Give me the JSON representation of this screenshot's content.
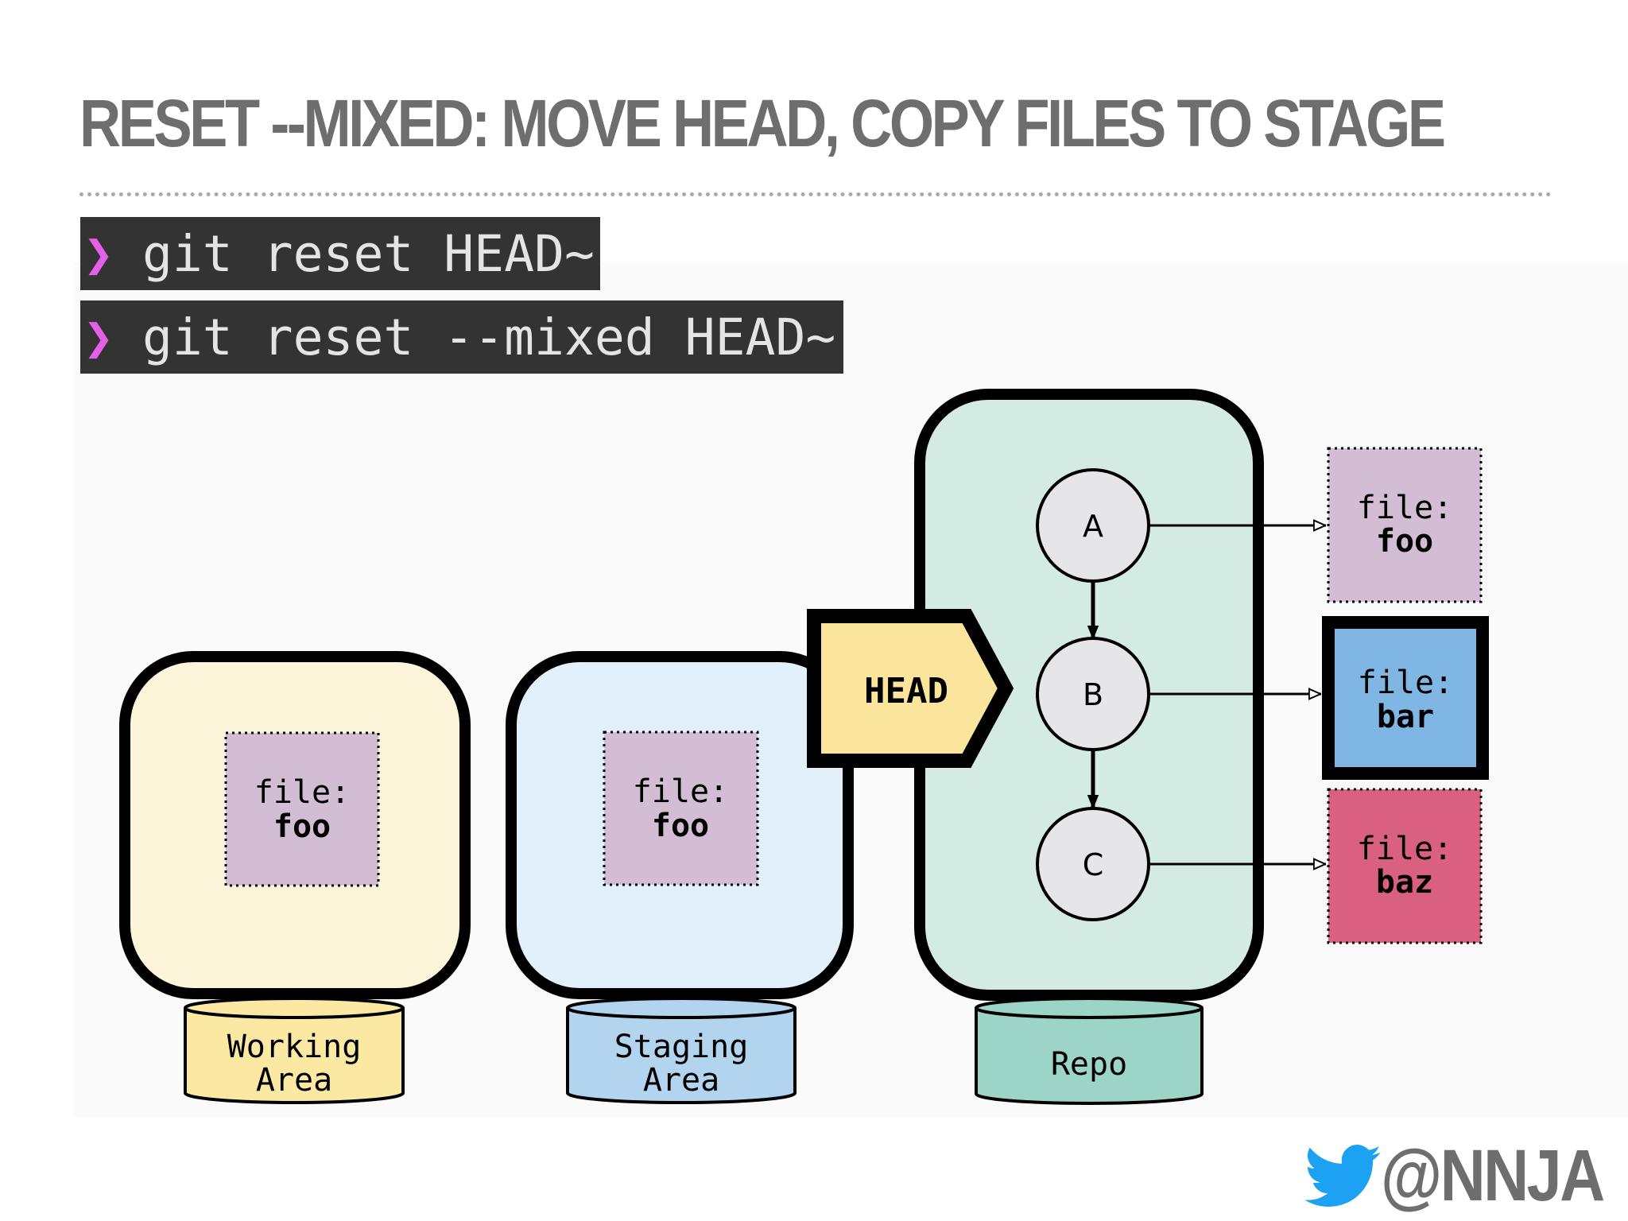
{
  "slide": {
    "title": "RESET --MIXED: MOVE HEAD, COPY FILES TO STAGE"
  },
  "commands": [
    {
      "prompt": "❯",
      "text": "git reset HEAD~"
    },
    {
      "prompt": "❯",
      "text": "git reset --mixed HEAD~"
    }
  ],
  "diagram": {
    "areas": [
      {
        "label_line1": "Working",
        "label_line2": "Area",
        "file_label": "file:",
        "file_name": "foo",
        "color": "#fdf5da",
        "base_color": "#fbe9a3"
      },
      {
        "label_line1": "Staging",
        "label_line2": "Area",
        "file_label": "file:",
        "file_name": "foo",
        "color": "#e1f0fb",
        "base_color": "#b2d4ee"
      },
      {
        "label_line1": "Repo",
        "color": "#d4ebe4",
        "base_color": "#9cd4c7"
      }
    ],
    "head_label": "HEAD",
    "head_color": "#fbe59d",
    "commits": [
      "A",
      "B",
      "C"
    ],
    "commit_files": [
      {
        "file_label": "file:",
        "file_name": "foo",
        "color": "#d3bdd4"
      },
      {
        "file_label": "file:",
        "file_name": "bar",
        "color": "#7fb6e4"
      },
      {
        "file_label": "file:",
        "file_name": "baz",
        "color": "#d9607f"
      }
    ]
  },
  "footer": {
    "handle": "@NNJA",
    "icon": "twitter-bird-icon",
    "icon_color": "#1da1f2"
  }
}
